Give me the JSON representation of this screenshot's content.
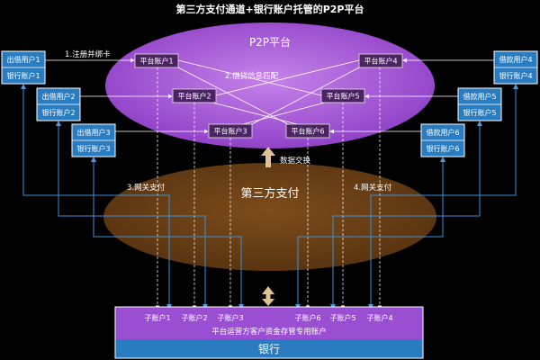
{
  "title": "第三方支付通道+银行账户托管的P2P平台",
  "p2p_platform": {
    "label": "P2P平台",
    "accounts": [
      "平台账户1",
      "平台账户2",
      "平台账户3",
      "平台账户4",
      "平台账户5",
      "平台账户6"
    ],
    "matching_label": "2.借贷信息匹配"
  },
  "lenders": [
    {
      "user": "出借用户1",
      "bank": "银行账户1"
    },
    {
      "user": "出借用户2",
      "bank": "银行账户2"
    },
    {
      "user": "出借用户3",
      "bank": "银行账户3"
    }
  ],
  "borrowers": [
    {
      "user": "借款用户4",
      "bank": "银行账户4"
    },
    {
      "user": "借款用户5",
      "bank": "银行账户5"
    },
    {
      "user": "借款用户6",
      "bank": "银行账户6"
    }
  ],
  "steps": {
    "register": "1.注册并绑卡",
    "gateway_lender": "3.网关支付",
    "gateway_borrower": "4.网关支付"
  },
  "third_party": {
    "label": "第三方支付",
    "data_exchange": "数据交换"
  },
  "bank": {
    "sub_accounts": [
      "子账户1",
      "子账户2",
      "子账户3",
      "子账户6",
      "子账户5",
      "子账户4"
    ],
    "custody_account": "平台运营方客户资金存管专用账户",
    "label": "银行"
  },
  "colors": {
    "p2p_ellipse": "#9a48cc",
    "third_party_ellipse": "#6a3f14",
    "user_box": "#2a7cc0",
    "connector_blue": "#3f90d8"
  }
}
